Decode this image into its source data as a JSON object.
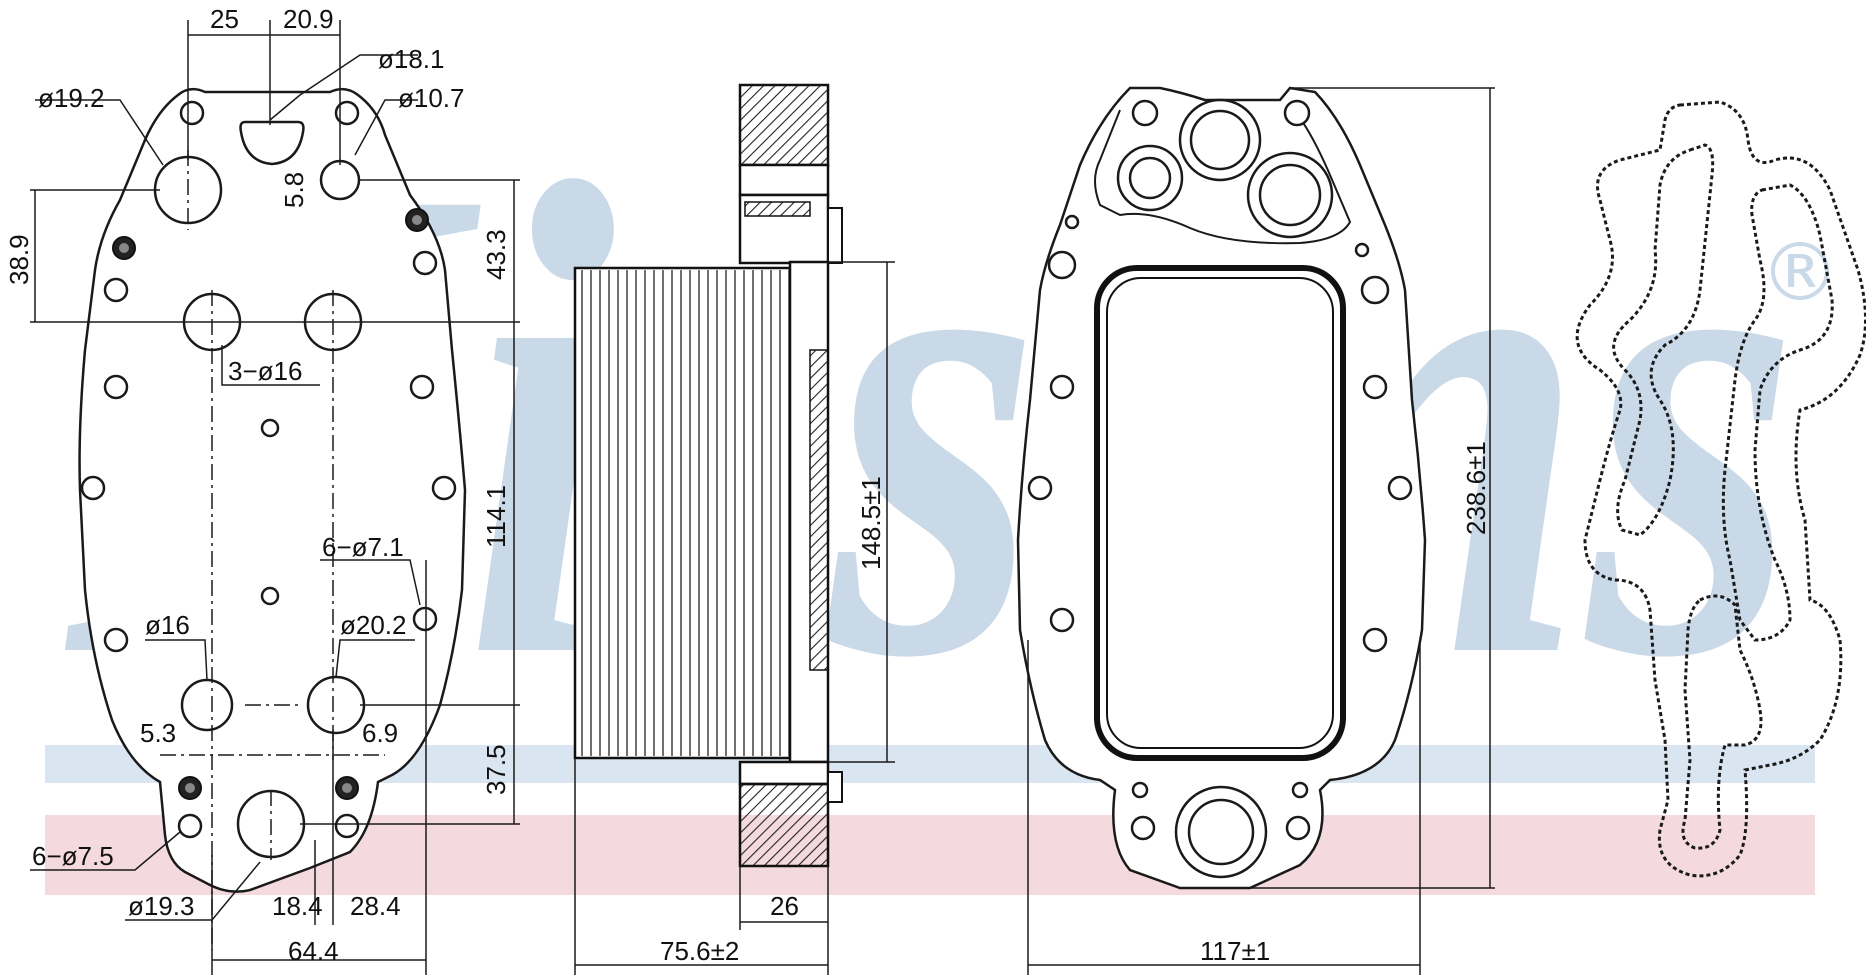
{
  "colors": {
    "watermark_blue": "#c9d9e8",
    "band_blue": "#d9e6f1",
    "band_pink": "#f4d9df",
    "line": "#1a1a1a"
  },
  "watermark": {
    "brand": "Nissens",
    "mark": "®"
  },
  "dimensions": {
    "front": {
      "w25": "25",
      "w20_9": "20.9",
      "d18_1": "ø18.1",
      "d19_2": "ø19.2",
      "d10_7": "ø10.7",
      "h5_8": "5.8",
      "h38_9": "38.9",
      "h43_3": "43.3",
      "holes_3d16": "3−ø16",
      "h114_1": "114.1",
      "holes_6d7_1": "6−ø7.1",
      "d16": "ø16",
      "d20_2": "ø20.2",
      "w5_3": "5.3",
      "w6_9": "6.9",
      "h37_5": "37.5",
      "holes_6d7_5": "6−ø7.5",
      "d19_3": "ø19.3",
      "w18_4": "18.4",
      "w28_4": "28.4",
      "w64_4": "64.4"
    },
    "side": {
      "h148_5": "148.5±1",
      "w26": "26",
      "w75_6": "75.6±2"
    },
    "back": {
      "h238_6": "238.6±1",
      "w117": "117±1"
    }
  }
}
